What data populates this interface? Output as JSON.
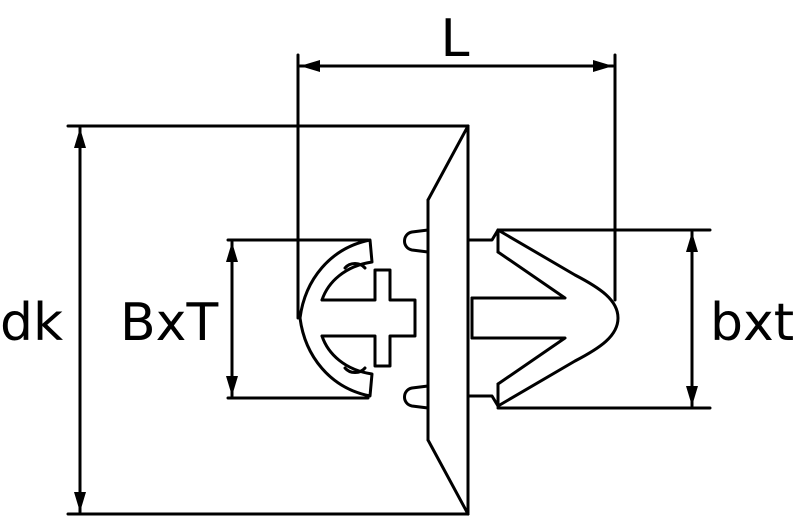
{
  "labels": {
    "length": "L",
    "head_diameter": "dk",
    "hole_size": "BxT",
    "body_size": "bxt"
  },
  "colors": {
    "stroke": "#000000",
    "background": "#ffffff"
  }
}
